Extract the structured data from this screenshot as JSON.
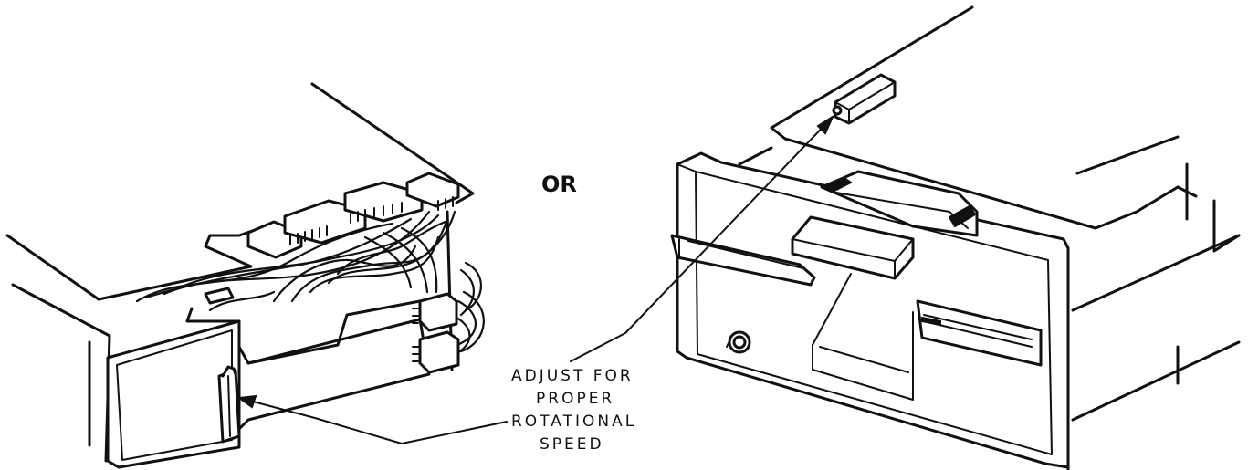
{
  "separator_text": "OR",
  "callout": {
    "lines": [
      "ADJUST FOR",
      "PROPER",
      "ROTATIONAL",
      "SPEED"
    ]
  },
  "colors": {
    "ink": "#111111",
    "paper": "#ffffff"
  }
}
